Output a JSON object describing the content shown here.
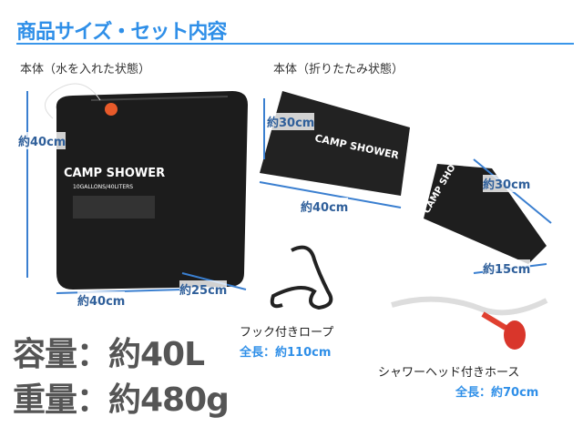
{
  "title": "商品サイズ・セット内容",
  "sections": {
    "filled": "本体（水を入れた状態）",
    "folded": "本体（折りたたみ状態）"
  },
  "bag_print": {
    "brand": "CAMP SHOWER",
    "capacity": "10GALLONS/40LITERS"
  },
  "dimensions": {
    "filled_height": "約40cm",
    "filled_width": "約40cm",
    "filled_depth": "約25cm",
    "folded_height": "約30cm",
    "folded_width": "約40cm",
    "rolled_length": "約30cm",
    "rolled_diameter": "約15cm"
  },
  "accessories": [
    {
      "name": "フック付きロープ",
      "length": "全長：約110cm"
    },
    {
      "name": "シャワーヘッド付きホース",
      "length": "全長：約70cm"
    }
  ],
  "specs": {
    "capacity": "容量：約40L",
    "weight": "重量：約480g"
  },
  "colors": {
    "accent": "#2f8fe8",
    "bag": "#1e1e1e",
    "nozzle": "#e85a2a",
    "showerhead": "#d9362b"
  }
}
